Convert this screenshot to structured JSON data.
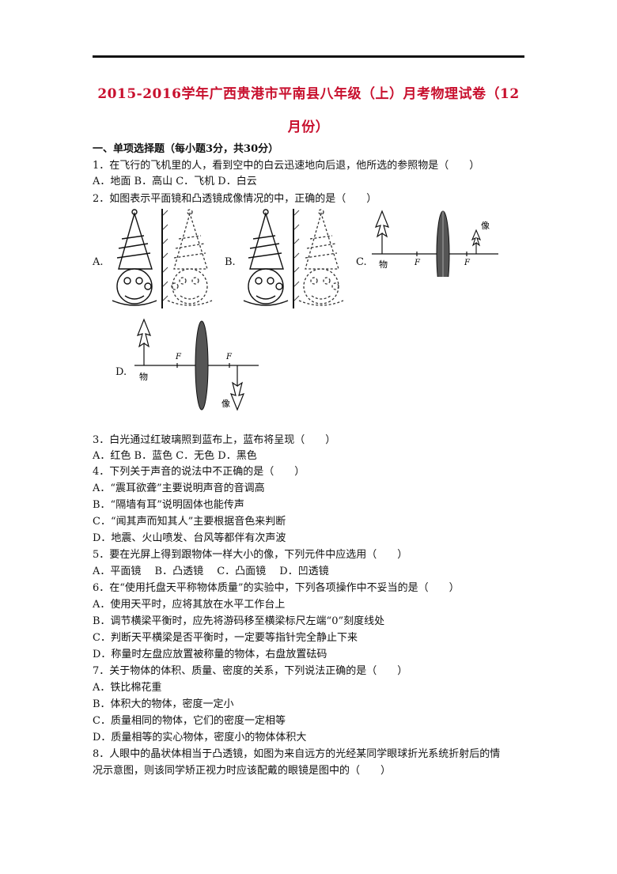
{
  "title": {
    "line1": "2015-2016学年广西贵港市平南县八年级（上）月考物理试卷（12",
    "line2": "月份）"
  },
  "section1": "一、单项选择题（每小题3分，共30分）",
  "q1": {
    "stem": "1．在飞行的飞机里的人，看到空中的白云迅速地向后退，他所选的参照物是（　　）",
    "options": "A．地面 B．高山 C．飞机 D．白云"
  },
  "q2": {
    "stem": "2．如图表示平面镜和凸透镜成像情况的中，正确的是（　　）",
    "labels": [
      "A.",
      "B.",
      "C.",
      "D."
    ],
    "fig_texts": {
      "object": "物",
      "image": "像",
      "focus": "F"
    }
  },
  "q3": {
    "stem": "3．白光通过红玻璃照到蓝布上，蓝布将呈现（　　）",
    "options": "A．红色 B．蓝色 C．无色 D．黑色"
  },
  "q4": {
    "stem": "4．下列关于声音的说法中不正确的是（　　）",
    "options": [
      "A．“震耳欲聋”主要说明声音的音调高",
      "B．“隔墙有耳”说明固体也能传声",
      "C．“闻其声而知其人”主要根据音色来判断",
      "D．地震、火山喷发、台风等都伴有次声波"
    ]
  },
  "q5": {
    "stem": "5．要在光屏上得到跟物体一样大小的像，下列元件中应选用（　　）",
    "options": "A．平面镜　 B．凸透镜　 C．凸面镜　 D．凹透镜"
  },
  "q6": {
    "stem": "6．在“使用托盘天平称物体质量”的实验中，下列各项操作中不妥当的是（　　）",
    "options": [
      "A．使用天平时，应将其放在水平工作台上",
      "B．调节横梁平衡时，应先将游码移至横梁标尺左端“0”刻度线处",
      "C．判断天平横梁是否平衡时，一定要等指针完全静止下来",
      "D．称量时左盘应放置被称量的物体，右盘放置砝码"
    ]
  },
  "q7": {
    "stem": "7．关于物体的体积、质量、密度的关系，下列说法正确的是（　　）",
    "options": [
      "A．铁比棉花重",
      "B．体积大的物体，密度一定小",
      "C．质量相同的物体，它们的密度一定相等",
      "D．质量相等的实心物体，密度小的物体体积大"
    ]
  },
  "q8": {
    "stem_line1": "8．人眼中的晶状体相当于凸透镜，如图为来自远方的光经某同学眼球折光系统折射后的情",
    "stem_line2": "况示意图，则该同学矫正视力时应该配戴的眼镜是图中的（　　）"
  }
}
